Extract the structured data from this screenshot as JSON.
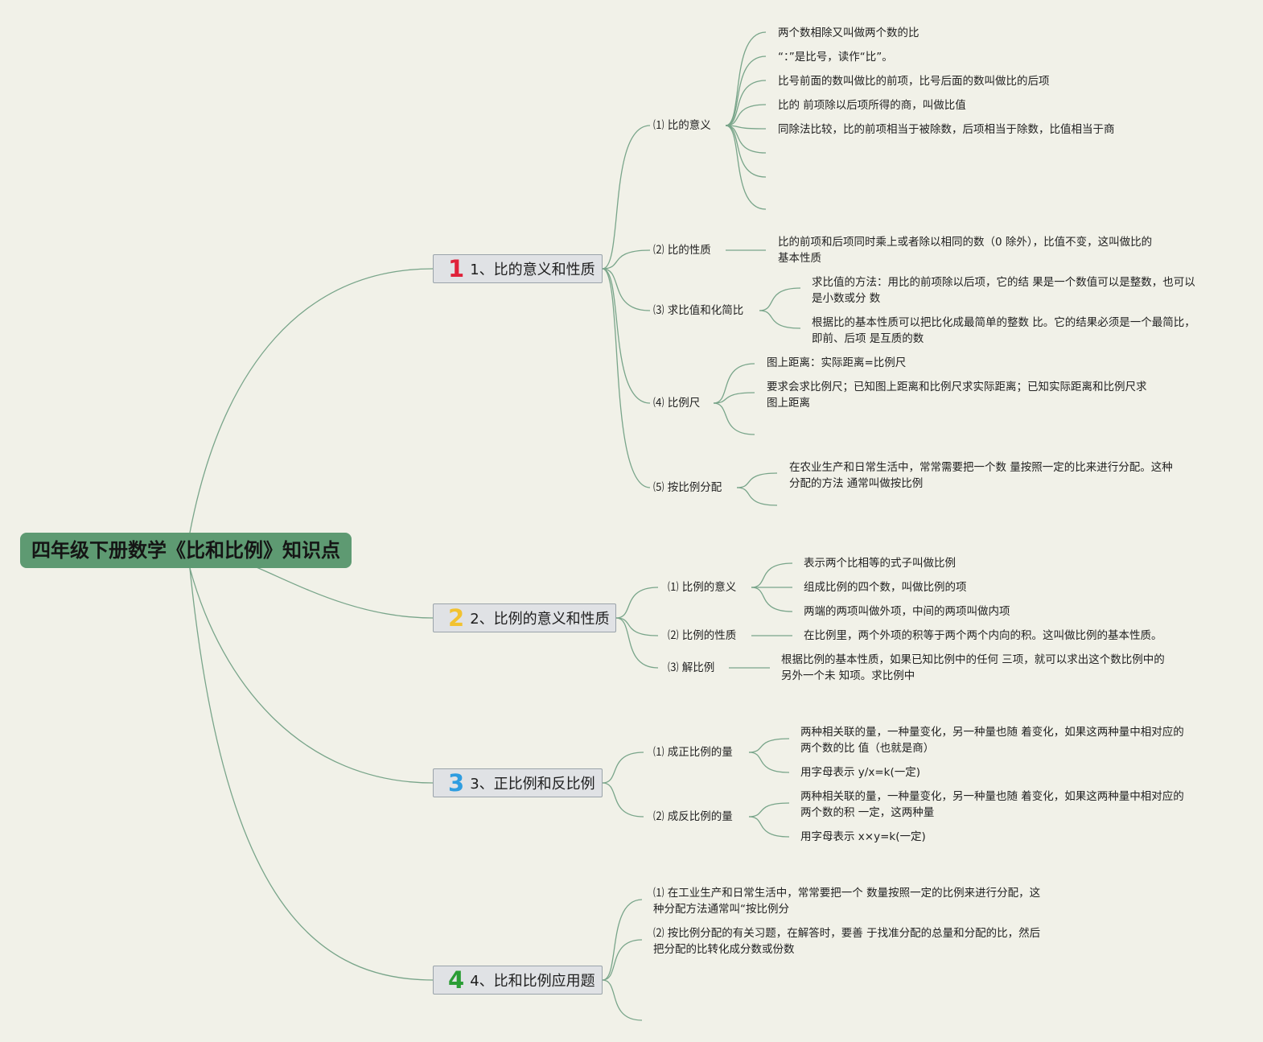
{
  "root": {
    "title": "四年级下册数学《比和比例》知识点"
  },
  "colors": {
    "line": "#79a58a",
    "root_bg": "#5e9a72",
    "branch_bg": "#e0e2e5",
    "page_bg": "#f1f1e8"
  },
  "branches": [
    {
      "badge": "1",
      "badge_color": "#e0223a",
      "label": "1、比的意义和性质",
      "subs": [
        {
          "label": "⑴ 比的意义",
          "leaves": [
            "两个数相除又叫做两个数的比",
            "“：”是比号，读作“比”。",
            "比号前面的数叫做比的前项，比号后面的数叫做比的后项",
            "比的 前项除以后项所得的商，叫做比值",
            "同除法比较，比的前项相当于被除数，后项相当于除数，比值相当于商"
          ]
        },
        {
          "label": "⑵ 比的性质",
          "leaves": [
            "比的前项和后项同时乘上或者除以相同的数（0 除外），比值不变，这叫做比的\n基本性质"
          ]
        },
        {
          "label": "⑶ 求比值和化简比",
          "leaves": [
            "求比值的方法：用比的前项除以后项，它的结 果是一个数值可以是整数，也可以\n是小数或分 数",
            "根据比的基本性质可以把比化成最简单的整数 比。它的结果必须是一个最简比，\n即前、后项 是互质的数"
          ]
        },
        {
          "label": "⑷ 比例尺",
          "leaves": [
            "图上距离：实际距离=比例尺",
            "要求会求比例尺；已知图上距离和比例尺求实际距离；已知实际距离和比例尺求\n图上距离"
          ]
        },
        {
          "label": "⑸ 按比例分配",
          "leaves": [
            "在农业生产和日常生活中，常常需要把一个数 量按照一定的比来进行分配。这种\n分配的方法 通常叫做按比例"
          ]
        }
      ]
    },
    {
      "badge": "2",
      "badge_color": "#f2c230",
      "label": "2、比例的意义和性质",
      "subs": [
        {
          "label": "⑴ 比例的意义",
          "leaves": [
            "表示两个比相等的式子叫做比例",
            "组成比例的四个数，叫做比例的项",
            "两端的两项叫做外项，中间的两项叫做内项"
          ]
        },
        {
          "label": "⑵ 比例的性质",
          "leaves": [
            "在比例里，两个外项的积等于两个两个内向的积。这叫做比例的基本性质。"
          ]
        },
        {
          "label": "⑶ 解比例",
          "leaves": [
            "根据比例的基本性质，如果已知比例中的任何 三项，就可以求出这个数比例中的\n另外一个未 知项。求比例中"
          ]
        }
      ]
    },
    {
      "badge": "3",
      "badge_color": "#2e9de0",
      "label": "3、正比例和反比例",
      "subs": [
        {
          "label": "⑴ 成正比例的量",
          "leaves": [
            "两种相关联的量，一种量变化，另一种量也随 着变化，如果这两种量中相对应的\n两个数的比 值（也就是商）",
            "用字母表示 y/x=k(一定)"
          ]
        },
        {
          "label": "⑵ 成反比例的量",
          "leaves": [
            "两种相关联的量，一种量变化，另一种量也随 着变化，如果这两种量中相对应的\n两个数的积 一定，这两种量",
            "用字母表示 x×y=k(一定)"
          ]
        }
      ]
    },
    {
      "badge": "4",
      "badge_color": "#2a9d35",
      "label": "4、比和比例应用题",
      "subs": [
        {
          "label": "⑴ 在工业生产和日常生活中，常常要把一个 数量按照一定的比例来进行分配，这\n种分配方法通常叫“按比例分"
        },
        {
          "label": "⑵ 按比例分配的有关习题，在解答时，要善 于找准分配的总量和分配的比，然后\n把分配的比转化成分数或份数"
        }
      ]
    }
  ]
}
